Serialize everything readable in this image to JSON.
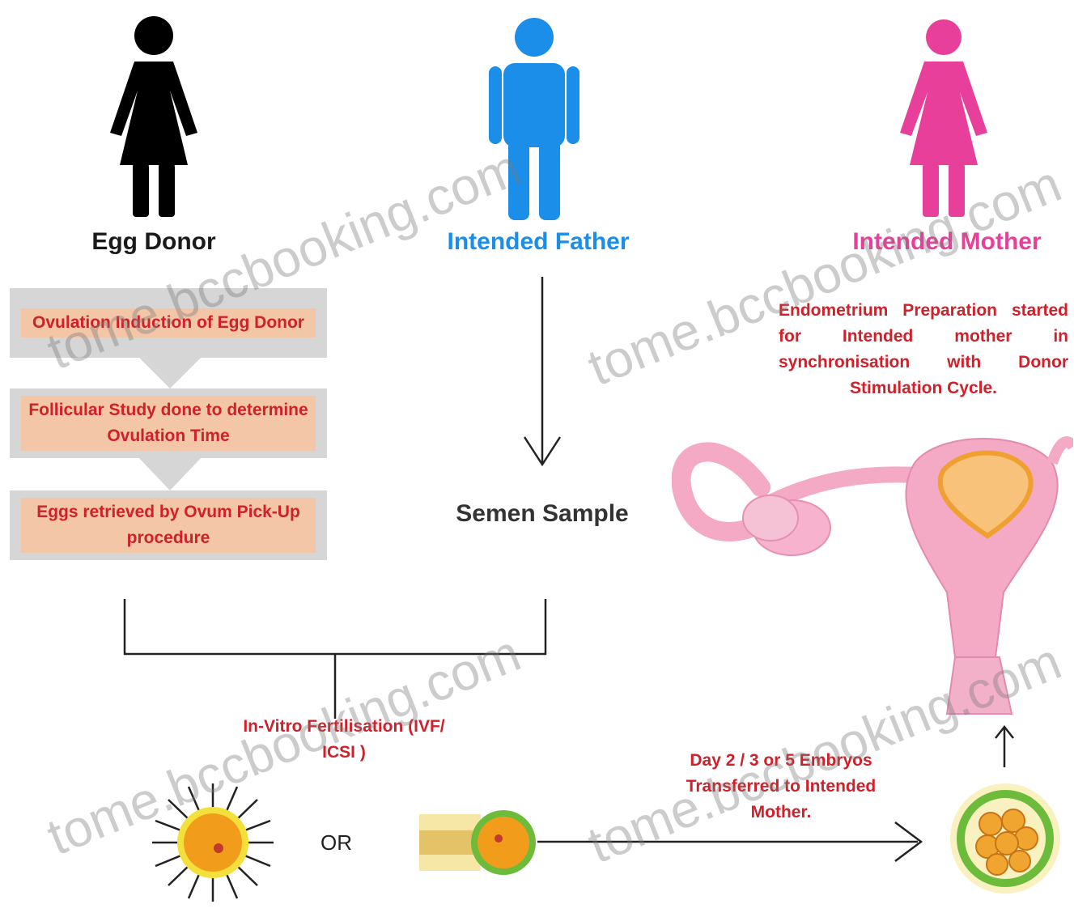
{
  "people": {
    "egg_donor": {
      "label": "Egg Donor",
      "color": "#000000"
    },
    "intended_father": {
      "label": "Intended Father",
      "color": "#1a8ee8"
    },
    "intended_mother": {
      "label": "Intended Mother",
      "color": "#e8409a"
    }
  },
  "donor_steps": [
    "Ovulation Induction of Egg Donor",
    "Follicular Study done to determine Ovulation Time",
    "Eggs retrieved by Ovum Pick-Up procedure"
  ],
  "father_step": "Semen Sample",
  "mother_note": "Endometrium Preparation started for Intended mother in synchronisation with Donor Stimulation Cycle.",
  "ivf_label": "In-Vitro Fertilisation (IVF/ ICSI )",
  "or_label": "OR",
  "transfer_label": "Day 2 / 3 or 5 Embryos Transferred to Intended Mother.",
  "watermark": "tome.bccbooking.com",
  "colors": {
    "step_box": "#d6d6d6",
    "step_fill": "#f2c6a6",
    "step_text": "#d0202a",
    "uterus": "#f4a9c4"
  }
}
